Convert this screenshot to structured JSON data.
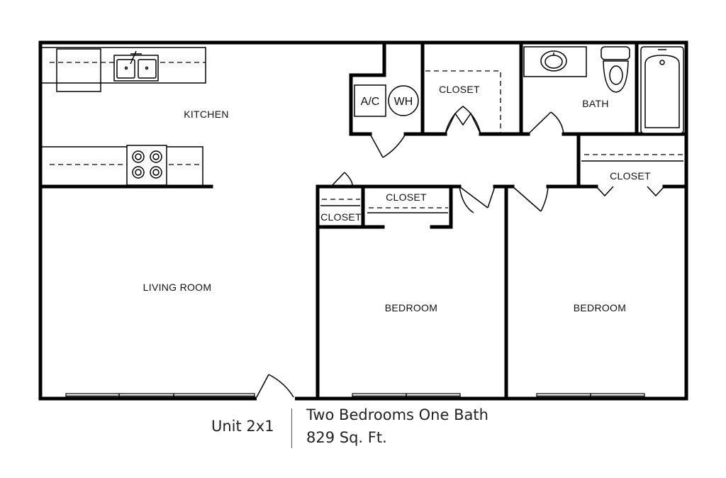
{
  "rooms": {
    "kitchen": "KITCHEN",
    "living_room": "LIVING ROOM",
    "bedroom_1": "BEDROOM",
    "bedroom_2": "BEDROOM",
    "bath": "BATH",
    "closet_hall": "CLOSET",
    "closet_linen_small": "CLOSET",
    "closet_bedroom_1": "CLOSET",
    "closet_bedroom_2": "CLOSET"
  },
  "equipment": {
    "ac": "A/C",
    "water_heater": "WH"
  },
  "caption": {
    "unit": "Unit 2x1",
    "description": "Two Bedrooms One Bath",
    "area": "829  Sq. Ft."
  },
  "icons": [
    "sink-icon",
    "stove-icon",
    "toilet-icon",
    "bathtub-icon",
    "lavatory-icon",
    "door-swing-icon",
    "window-icon"
  ]
}
